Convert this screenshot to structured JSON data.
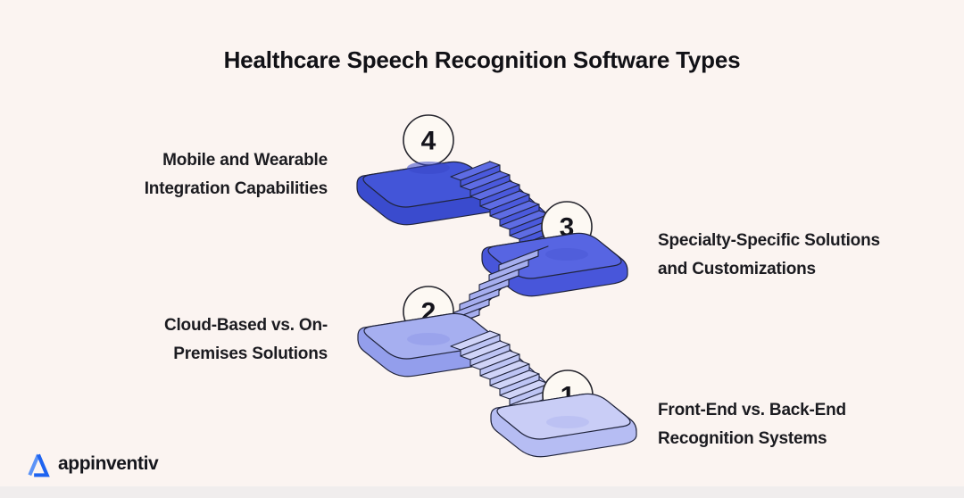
{
  "title": "Healthcare Speech Recognition Software Types",
  "steps": [
    {
      "number": "1",
      "lines": [
        "Front-End vs. Back-End",
        "Recognition Systems"
      ]
    },
    {
      "number": "2",
      "lines": [
        "Cloud-Based vs. On-",
        "Premises Solutions"
      ]
    },
    {
      "number": "3",
      "lines": [
        "Specialty-Specific Solutions",
        "and Customizations"
      ]
    },
    {
      "number": "4",
      "lines": [
        "Mobile and Wearable",
        "Integration Capabilities"
      ]
    }
  ],
  "brand": {
    "name": "appinventiv"
  },
  "colors": {
    "background": "#fbf4f1",
    "step_1_fill": "#c9cdf6",
    "step_2_fill": "#a6aff0",
    "step_3_fill": "#5765e2",
    "step_4_fill": "#4355d8",
    "badge_fill": "#fdf9f3",
    "text": "#15151a",
    "brand_blue": "#1e63f0"
  }
}
